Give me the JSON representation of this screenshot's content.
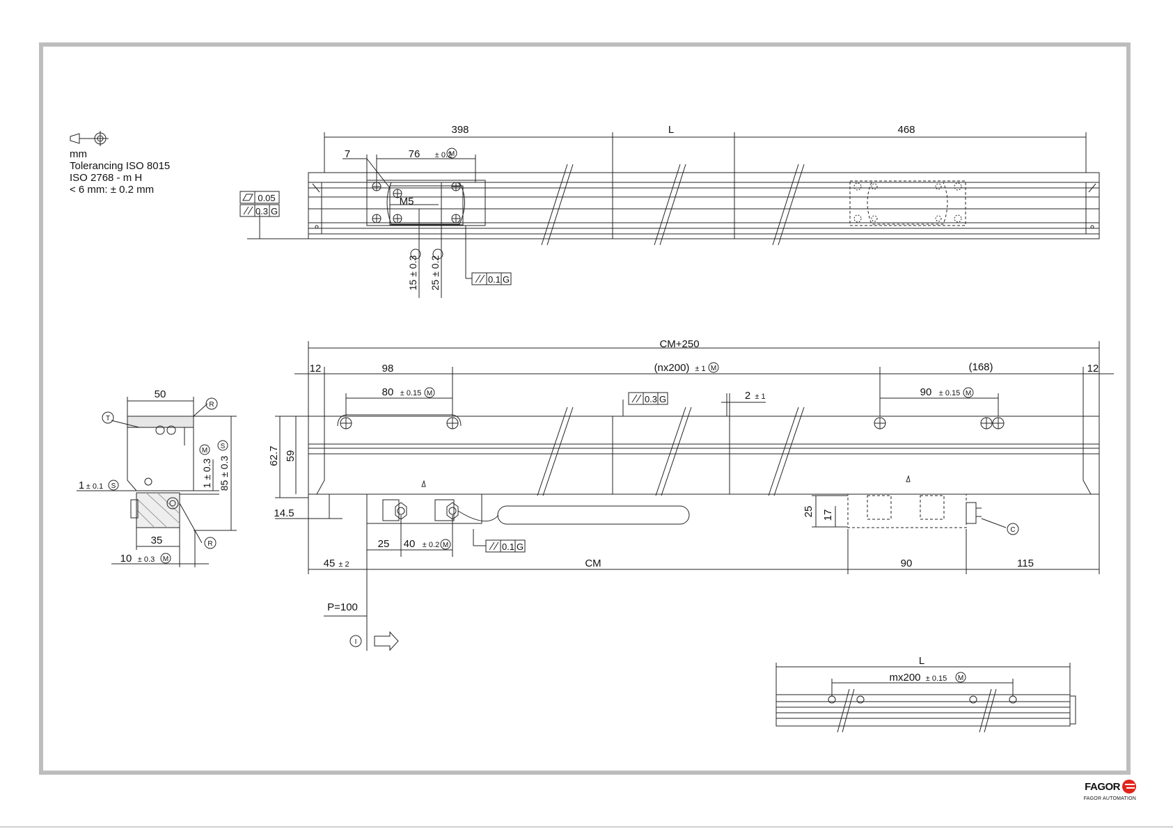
{
  "notes": {
    "units": "mm",
    "tolerancing": "Tolerancing ISO 8015",
    "general_tol": "ISO 2768 - m H",
    "small_dims": "< 6 mm: ± 0.2 mm"
  },
  "top_view": {
    "d398": "398",
    "dL": "L",
    "d468": "468",
    "d7": "7",
    "d76": "76",
    "tol_02": "± 0.2",
    "thread": "M5",
    "d15": "15 ± 0.3",
    "d25": "25 ± 0.2",
    "fc_flat": "0.05",
    "fc_par1": "0.3",
    "fc_par1_ref": "G",
    "fc_par2": "0.1",
    "fc_par2_ref": "G"
  },
  "main_view": {
    "cm250": "CM+250",
    "d12a": "12",
    "d98": "98",
    "nx200": "(nx200)",
    "tol_1": "± 1",
    "d168": "(168)",
    "d12b": "12",
    "d80": "80",
    "tol_015": "± 0.15",
    "d90top": "90",
    "fc_par3": "0.3",
    "fc_par3_ref": "G",
    "d2": "2",
    "d62_7": "62.7",
    "d59": "59",
    "d14_5": "14.5",
    "d25": "25",
    "d40": "40",
    "tol_02": "± 0.2",
    "fc_par4": "0.1",
    "fc_par4_ref": "G",
    "d45": "45",
    "tol_2": "± 2",
    "cm": "CM",
    "d90": "90",
    "d115": "115",
    "r25": "25",
    "r17": "17",
    "p100": "P=100",
    "mark_c": "C",
    "mark_i": "I"
  },
  "side_view": {
    "d50": "50",
    "d35": "35",
    "d1_01": "1",
    "tol_01": "± 0.1",
    "d1_03": "1 ± 0.3",
    "d85": "85 ± 0.3",
    "d10": "10",
    "tol_03": "± 0.3",
    "mark_t": "T",
    "mark_r": "R",
    "mark_m": "M",
    "mark_s": "S"
  },
  "small_view": {
    "dL": "L",
    "mx200": "mx200",
    "tol_015": "± 0.15"
  },
  "brand": {
    "name": "FAGOR",
    "subtitle": "FAGOR AUTOMATION",
    "accent": "#e2231a"
  }
}
